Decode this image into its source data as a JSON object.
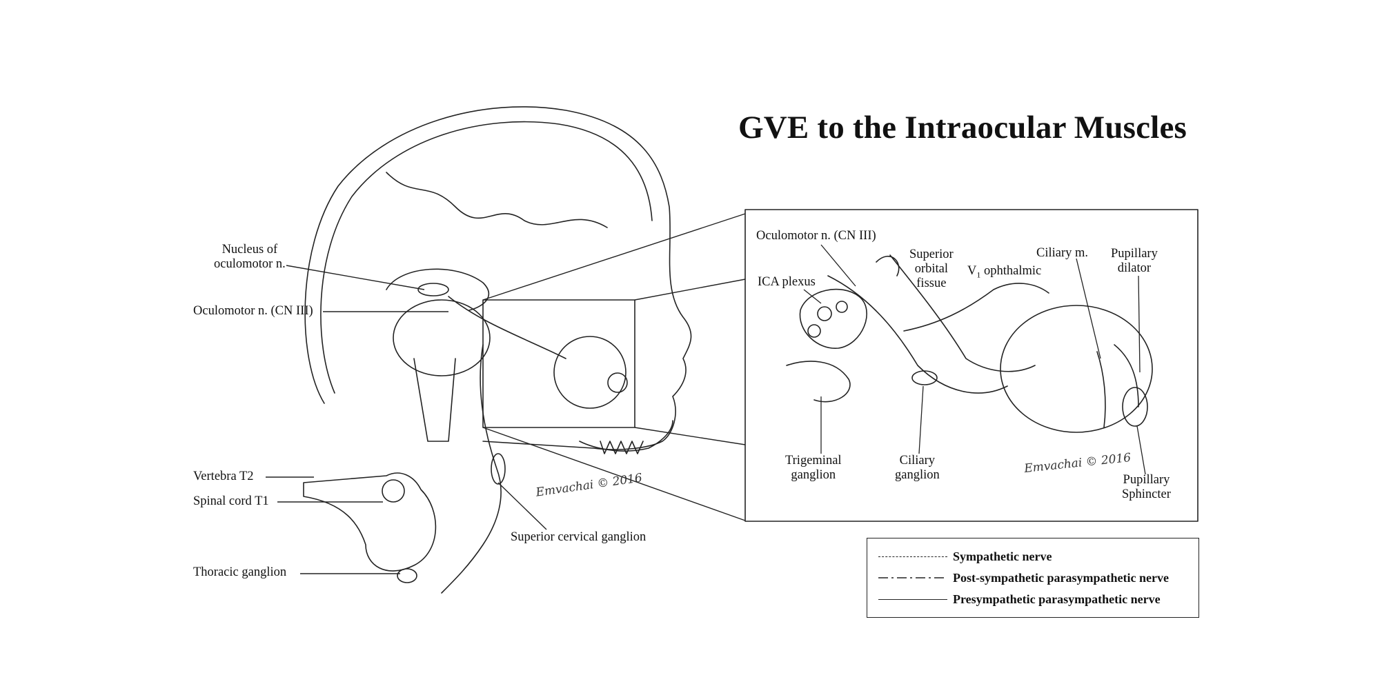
{
  "title": "GVE to the Intraocular Muscles",
  "head_labels": {
    "nucleus": "Nucleus of\noculomotor n.",
    "oculomotor": "Oculomotor n. (CN III)",
    "vertebra": "Vertebra T2",
    "spinal_cord": "Spinal cord T1",
    "thoracic": "Thoracic ganglion",
    "superior_cervical": "Superior cervical ganglion"
  },
  "inset_labels": {
    "oculomotor": "Oculomotor n. (CN III)",
    "ica_plexus": "ICA plexus",
    "superior_orbital": "Superior\norbital\nfissue",
    "v1_ophthalmic_sub": "1",
    "v1_ophthalmic_pre": "V",
    "v1_ophthalmic_post": " ophthalmic",
    "ciliary_m": "Ciliary m.",
    "pupillary_dilator": "Pupillary\ndilator",
    "trigeminal": "Trigeminal\nganglion",
    "ciliary_ganglion": "Ciliary\nganglion",
    "pupillary_sphincter": "Pupillary\nSphincter"
  },
  "signatures": [
    "Emvachai © 2016",
    "Emvachai © 2016"
  ],
  "legend": [
    {
      "style": "dashed",
      "label": "Sympathetic nerve"
    },
    {
      "style": "dashdot",
      "label": "Post-sympathetic parasympathetic nerve"
    },
    {
      "style": "solid",
      "label": "Presympathetic parasympathetic nerve"
    }
  ]
}
